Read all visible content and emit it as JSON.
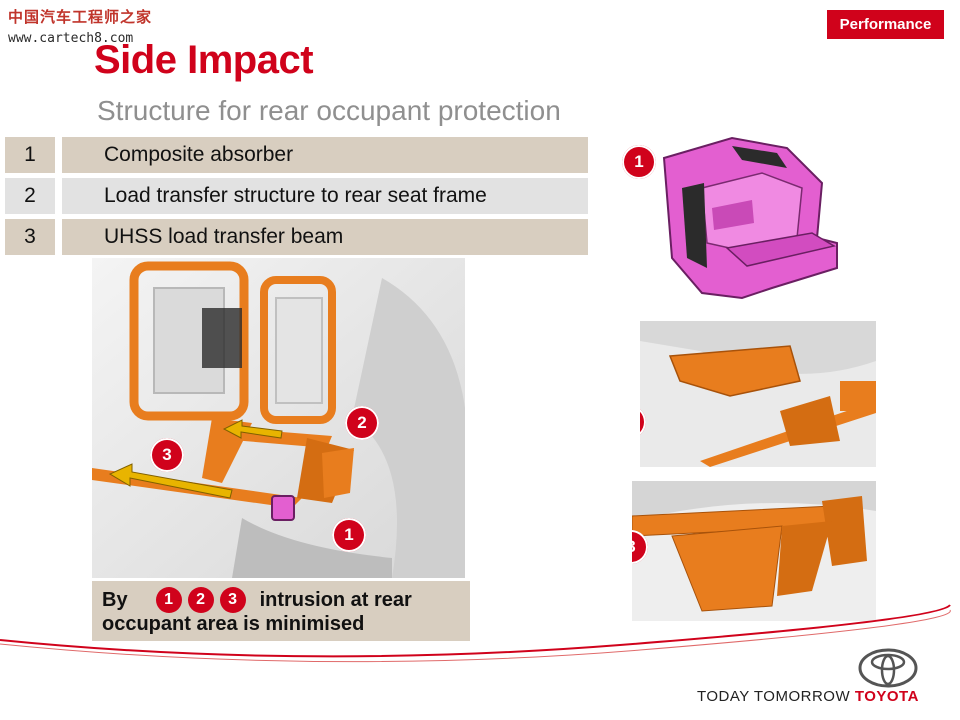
{
  "watermark": {
    "site_name": "中国汽车工程师之家",
    "url": "www.cartech8.com"
  },
  "badge": "Performance",
  "title": "Side Impact",
  "subtitle": "Structure for rear occupant protection",
  "items": [
    {
      "num": "1",
      "label": "Composite absorber"
    },
    {
      "num": "2",
      "label": "Load transfer structure to rear seat frame"
    },
    {
      "num": "3",
      "label": "UHSS load transfer beam"
    }
  ],
  "markers": {
    "m1": "1",
    "m2": "2",
    "m3": "3"
  },
  "caption": {
    "by": "By",
    "rest1": "intrusion at rear",
    "rest2": "occupant area is minimised"
  },
  "footer": {
    "slogan": "TODAY TOMORROW",
    "brand": "TOYOTA"
  },
  "colors": {
    "accent": "#d0021b",
    "row_tan": "#d8cec0",
    "row_grey": "#e2e2e2",
    "steel_orange": "#e87d1e",
    "absorber_pink": "#e35fd0"
  },
  "icons": [
    "toyota-logo-icon",
    "absorber-illustration",
    "structure-photo"
  ]
}
